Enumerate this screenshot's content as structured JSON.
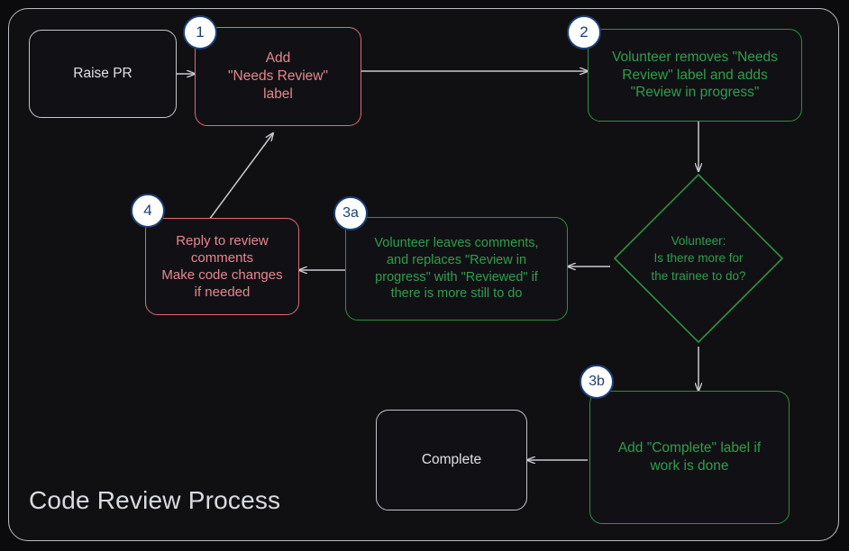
{
  "diagram": {
    "title": "Code Review Process",
    "theme": {
      "background": "#101013",
      "frame_border": "#b9bcc0",
      "neutral_stroke": "#c3c6ca",
      "neutral_text": "#dfe1e4",
      "red_stroke": "#e06a73",
      "red_text": "#e8868e",
      "green_stroke": "#2f8f3f",
      "green_text": "#2f9e4a",
      "edge_color": "#c8cace",
      "badge_fill": "#ffffff",
      "badge_stroke": "#1c3f77",
      "badge_text": "#1c3f77"
    },
    "nodes": [
      {
        "id": "raise-pr",
        "label": "Raise PR",
        "kind": "neutral",
        "shape": "rounded-rect",
        "badge": null
      },
      {
        "id": "add-label",
        "label": "Add\n\"Needs Review\"\nlabel",
        "kind": "red",
        "shape": "rounded-rect",
        "badge": "1"
      },
      {
        "id": "volunteer-takes",
        "label": "Volunteer removes \"Needs\nReview\" label and adds\n\"Review in progress\"",
        "kind": "green",
        "shape": "rounded-rect",
        "badge": "2"
      },
      {
        "id": "decision",
        "label": "Volunteer:\nIs there more for\nthe trainee to do?",
        "kind": "green",
        "shape": "diamond",
        "badge": null
      },
      {
        "id": "volunteer-comments",
        "label": "Volunteer leaves comments,\nand replaces \"Review in\nprogress\" with \"Reviewed\" if\nthere is more still to do",
        "kind": "green",
        "shape": "rounded-rect",
        "badge": "3a"
      },
      {
        "id": "reply-to-review",
        "label": "Reply to review\ncomments\nMake code changes\nif needed",
        "kind": "red",
        "shape": "rounded-rect",
        "badge": "4"
      },
      {
        "id": "add-complete",
        "label": "Add \"Complete\" label if\nwork is done",
        "kind": "green",
        "shape": "rounded-rect",
        "badge": "3b"
      },
      {
        "id": "complete",
        "label": "Complete",
        "kind": "neutral",
        "shape": "rounded-rect",
        "badge": null
      }
    ],
    "edges": [
      {
        "from": "raise-pr",
        "to": "add-label",
        "label": ""
      },
      {
        "from": "add-label",
        "to": "volunteer-takes",
        "label": ""
      },
      {
        "from": "volunteer-takes",
        "to": "decision",
        "label": ""
      },
      {
        "from": "decision",
        "to": "volunteer-comments",
        "label": ""
      },
      {
        "from": "volunteer-comments",
        "to": "reply-to-review",
        "label": ""
      },
      {
        "from": "reply-to-review",
        "to": "add-label",
        "label": ""
      },
      {
        "from": "decision",
        "to": "add-complete",
        "label": ""
      },
      {
        "from": "add-complete",
        "to": "complete",
        "label": ""
      }
    ]
  }
}
